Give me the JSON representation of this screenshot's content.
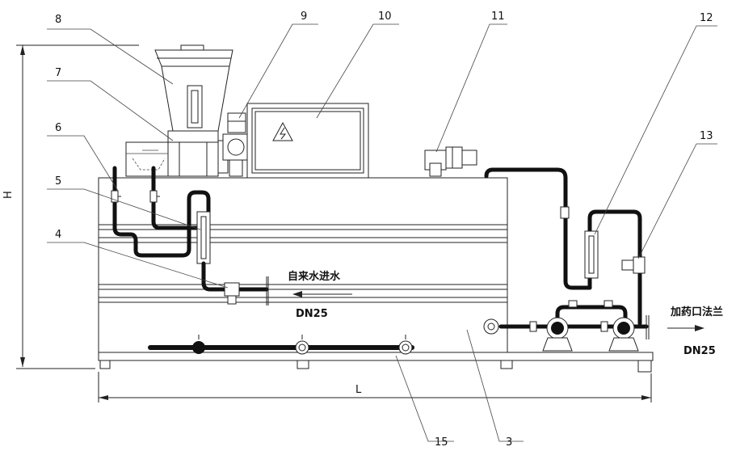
{
  "callouts": [
    "3",
    "4",
    "5",
    "6",
    "7",
    "8",
    "9",
    "10",
    "11",
    "12",
    "13",
    "15"
  ],
  "dimensions": {
    "height": "H",
    "length": "L"
  },
  "annotations": {
    "tap_water_inlet": "自来水进水",
    "inlet_size": "DN25",
    "dosing_outlet": "加药口法兰",
    "outlet_size": "DN25"
  },
  "icons": {
    "warning": "high-voltage-warning-icon"
  }
}
